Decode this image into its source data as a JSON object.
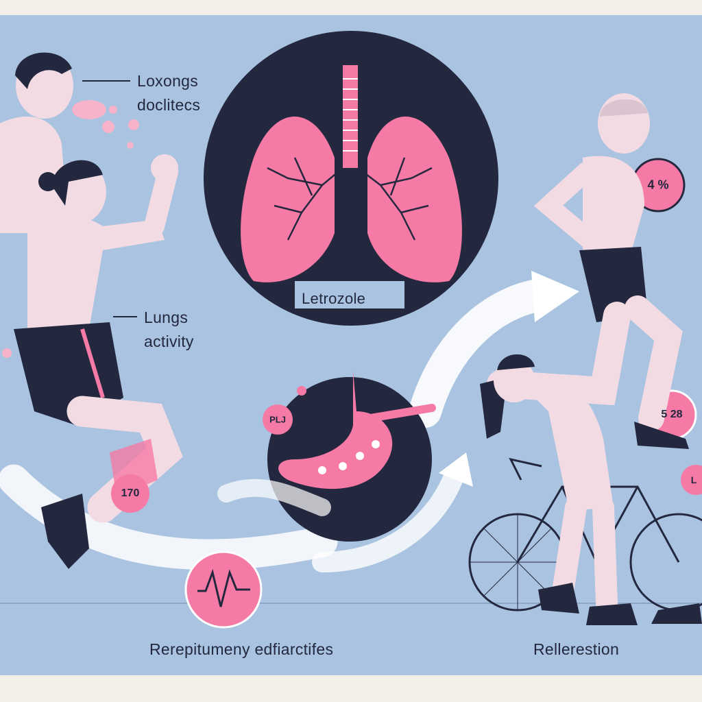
{
  "labels": {
    "top_left_line1": "Loxongs",
    "top_left_line2": "doclitecs",
    "lungs_line1": "Lungs",
    "lungs_line2": "activity",
    "center_title": "Letrozole",
    "bottom_left": "Rerepitumeny edfiarctifes",
    "bottom_right": "Rellerestion"
  },
  "badges": {
    "badge_top_right": "4 %",
    "badge_mid_right": "5 28",
    "badge_left": "170",
    "badge_stomach": "PLJ",
    "badge_edge": "L"
  },
  "colors": {
    "background": "#a9c3e0",
    "navy": "#23283f",
    "pink": "#f57aa5",
    "skin": "#f3dbe3",
    "white": "#ffffff"
  }
}
